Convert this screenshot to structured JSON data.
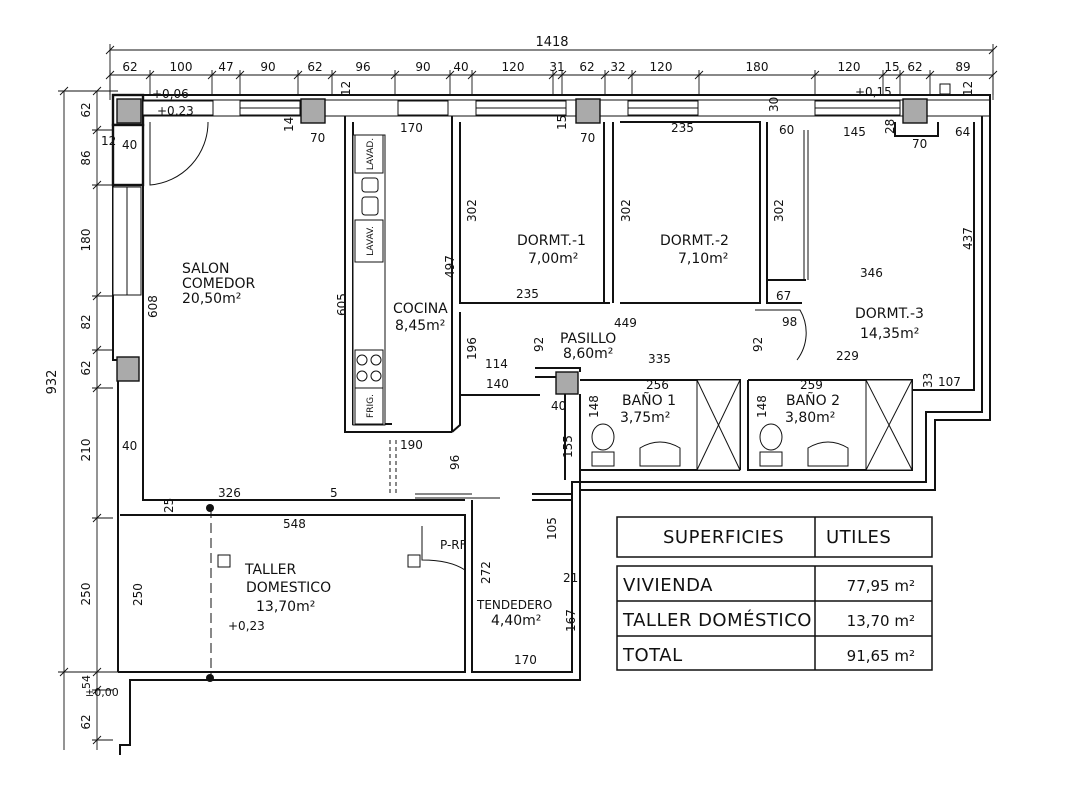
{
  "dimensions": {
    "overall_width": "1418",
    "overall_height": "932",
    "top": [
      "62",
      "100",
      "47",
      "90",
      "62",
      "96",
      "90",
      "40",
      "120",
      "31",
      "62",
      "32",
      "120",
      "180",
      "120",
      "15",
      "62",
      "89"
    ],
    "left": [
      "62",
      "86",
      "180",
      "82",
      "62",
      "210",
      "250",
      "54",
      "62"
    ]
  },
  "levels": {
    "l1": "+0,06",
    "l2": "+0,23",
    "l3": "+0,15",
    "l4": "+0,23",
    "l5": "±0,00"
  },
  "rooms": {
    "salon": {
      "name1": "SALON",
      "name2": "COMEDOR",
      "area": "20,50m²"
    },
    "cocina": {
      "name": "COCINA",
      "area": "8,45m²"
    },
    "dorm1": {
      "name": "DORMT.-1",
      "area": "7,00m²"
    },
    "dorm2": {
      "name": "DORMT.-2",
      "area": "7,10m²"
    },
    "dorm3": {
      "name": "DORMT.-3",
      "area": "14,35m²"
    },
    "pasillo": {
      "name": "PASILLO",
      "area": "8,60m²"
    },
    "bano1": {
      "name": "BAÑO 1",
      "area": "3,75m²"
    },
    "bano2": {
      "name": "BAÑO 2",
      "area": "3,80m²"
    },
    "taller": {
      "name1": "TALLER",
      "name2": "DOMESTICO",
      "area": "13,70m²"
    },
    "tendedero": {
      "name": "TENDEDERO",
      "area": "4,40m²"
    }
  },
  "appliances": {
    "lavad": "LAVAD.",
    "lavav": "LAVAV.",
    "frig": "FRIG.",
    "door_rf": "P-RF"
  },
  "inner_dims": {
    "d12": "12",
    "d40": "40",
    "d14": "14",
    "d70a": "70",
    "d170a": "170",
    "d15": "15",
    "d70b": "70",
    "d235a": "235",
    "d30": "30",
    "d60": "60",
    "d145": "145",
    "d28": "28",
    "d70c": "70",
    "d64": "64",
    "d12b": "12",
    "d12c": "12",
    "d608": "608",
    "d605": "605",
    "d497": "497",
    "d302a": "302",
    "d302b": "302",
    "d302c": "302",
    "d437": "437",
    "d235b": "235",
    "d346": "346",
    "d67": "67",
    "d449": "449",
    "d98": "98",
    "d92a": "92",
    "d92b": "92",
    "d196": "196",
    "d114": "114",
    "d140": "140",
    "d335": "335",
    "d229": "229",
    "d256": "256",
    "d259": "259",
    "d33": "33",
    "d107": "107",
    "d148a": "148",
    "d148b": "148",
    "d40b": "40",
    "d155": "155",
    "d190": "190",
    "d96": "96",
    "d40c": "40",
    "d326": "326",
    "d5": "5",
    "d25": "25",
    "d548": "548",
    "d105": "105",
    "d21": "21",
    "d272": "272",
    "d167": "167",
    "d170b": "170",
    "d250": "250"
  },
  "table": {
    "header_left": "SUPERFICIES",
    "header_right": "UTILES",
    "rows": [
      {
        "label": "VIVIENDA",
        "value": "77,95  m²"
      },
      {
        "label": "TALLER  DOMÉSTICO",
        "value": "13,70  m²"
      },
      {
        "label": "TOTAL",
        "value": "91,65  m²"
      }
    ]
  }
}
